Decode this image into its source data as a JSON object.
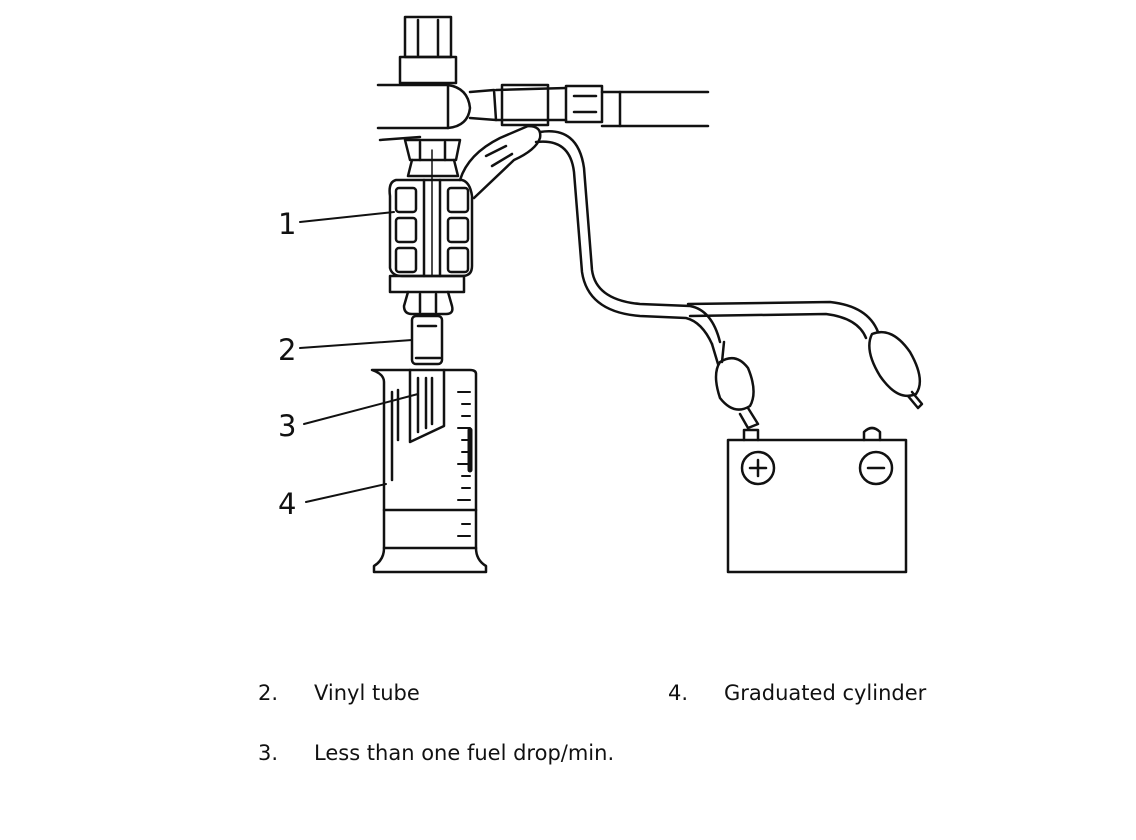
{
  "diagram": {
    "callouts": [
      "1",
      "2",
      "3",
      "4"
    ],
    "battery_terminals": {
      "positive": "+",
      "negative": "−"
    }
  },
  "legend": [
    {
      "number": "2.",
      "text": "Vinyl tube"
    },
    {
      "number": "4.",
      "text": "Graduated cylinder"
    },
    {
      "number": "3.",
      "text": "Less than one fuel drop/min."
    }
  ],
  "colors": {
    "ink": "#111111",
    "background": "#ffffff"
  }
}
